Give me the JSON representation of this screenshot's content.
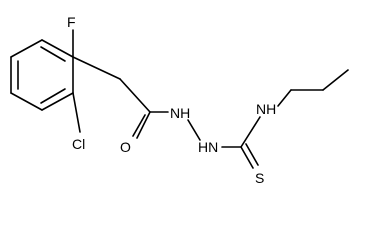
{
  "molecule": {
    "atoms": {
      "fluorine": "F",
      "chlorine": "Cl",
      "carbonyl_oxygen": "O",
      "hydrazide_nh": "NH",
      "hydrazine_nh": "HN",
      "thioamide_nh": "NH",
      "sulfur": "S"
    }
  }
}
